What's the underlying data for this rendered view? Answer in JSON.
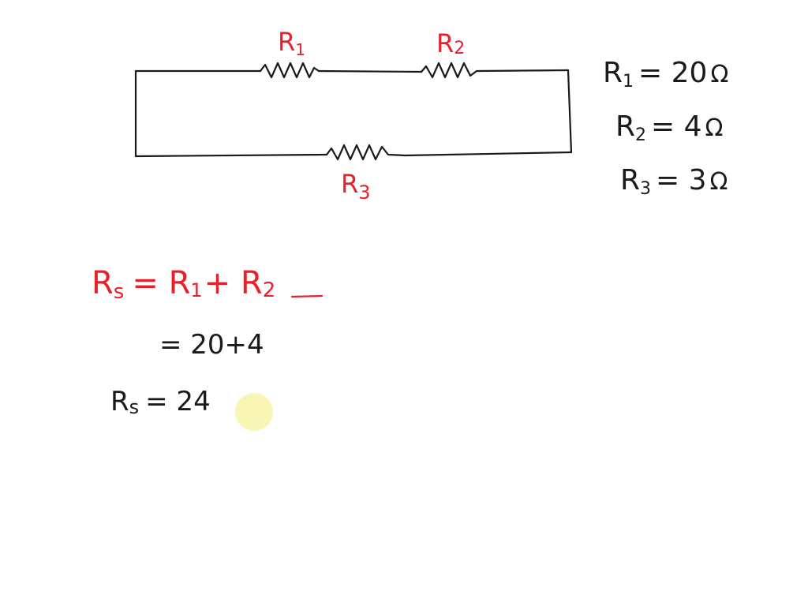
{
  "colors": {
    "ink_black": "#1a1a1a",
    "ink_red": "#e8202a",
    "cursor_highlight": "#f7f3a8",
    "background": "#ffffff"
  },
  "circuit": {
    "resistors": [
      {
        "id": "r1",
        "label": "R",
        "subscript": "1"
      },
      {
        "id": "r2",
        "label": "R",
        "subscript": "2"
      },
      {
        "id": "r3",
        "label": "R",
        "subscript": "3"
      }
    ]
  },
  "given": [
    {
      "symbol": "R",
      "subscript": "1",
      "eq": "= 20",
      "unit": "Ω"
    },
    {
      "symbol": "R",
      "subscript": "2",
      "eq": "= 4",
      "unit": "Ω"
    },
    {
      "symbol": "R",
      "subscript": "3",
      "eq": "= 3",
      "unit": "Ω"
    }
  ],
  "working": {
    "formula": {
      "lhs": "R",
      "lhs_sub": "s",
      "rhs": "= R",
      "rhs_sub1": "1",
      "plus": "+ R",
      "rhs_sub2": "2"
    },
    "step1": "= 20+4",
    "result": {
      "symbol": "R",
      "subscript": "s",
      "eq": "= 24"
    }
  },
  "icons": {
    "cursor": "cursor-highlight-icon"
  }
}
